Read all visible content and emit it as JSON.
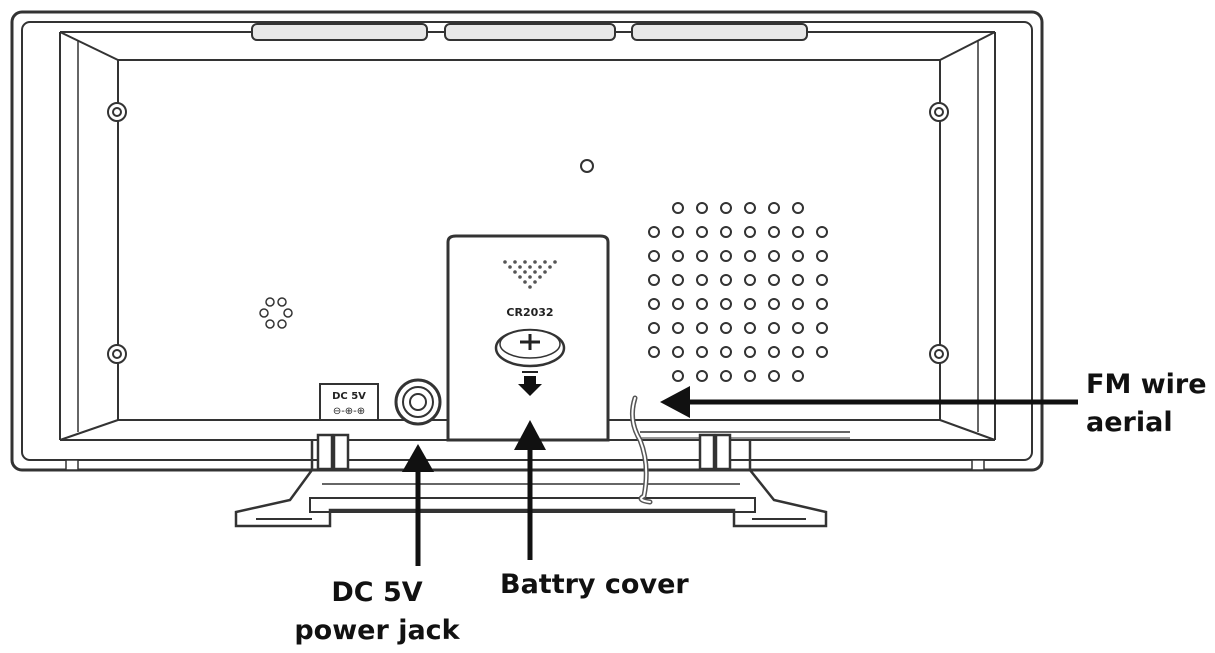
{
  "callouts": {
    "fm_aerial": {
      "line1": "FM wire",
      "line2": "aerial"
    },
    "power_jack": {
      "line1": "DC 5V",
      "line2": "power jack"
    },
    "battery_cover": {
      "text": "Battry cover"
    }
  },
  "device": {
    "dc_label": {
      "line1": "DC 5V",
      "line2": "⊖-⊕-⊕"
    },
    "battery_label": "CR2032"
  },
  "colors": {
    "line": "#333333",
    "arrow": "#111111",
    "background": "#ffffff"
  }
}
